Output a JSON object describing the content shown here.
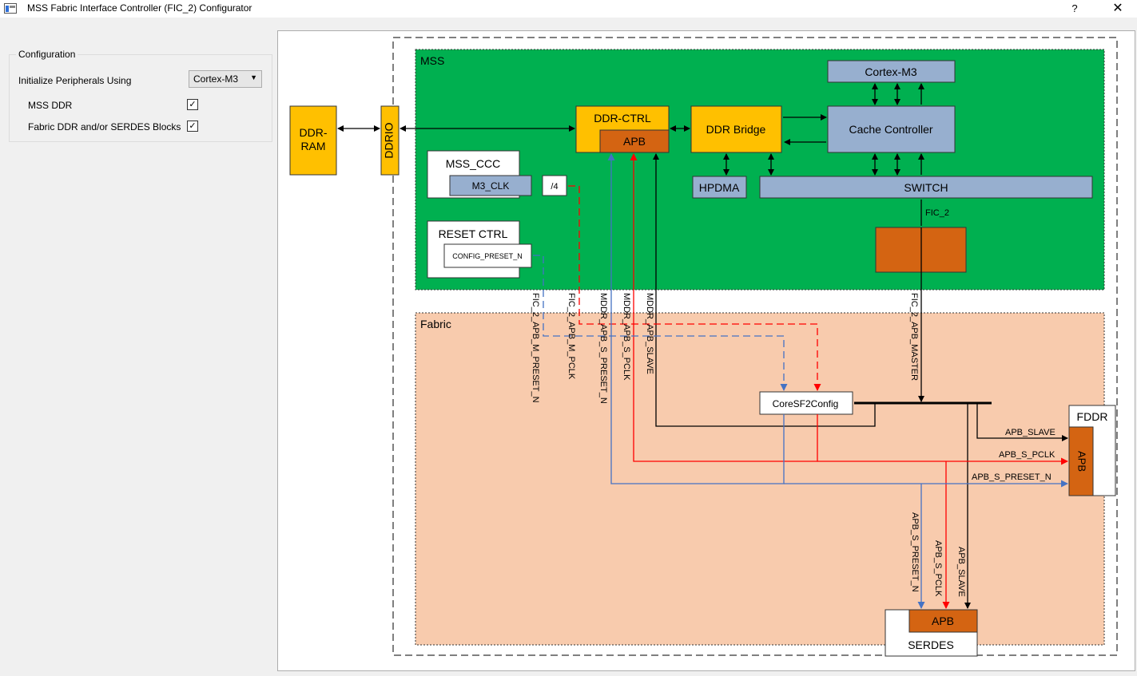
{
  "window": {
    "title": "MSS Fabric Interface Controller (FIC_2) Configurator",
    "help_label": "?",
    "close_label": "✕"
  },
  "configuration": {
    "group_label": "Configuration",
    "init_label": "Initialize Peripherals Using",
    "init_value": "Cortex-M3",
    "mss_ddr_label": "MSS DDR",
    "mss_ddr_checked": "☑",
    "fabric_ddr_label": "Fabric DDR and/or SERDES Blocks",
    "fabric_ddr_checked": "☑"
  },
  "diagram": {
    "mss_label": "MSS",
    "fabric_label": "Fabric",
    "ddr_ram_line1": "DDR-",
    "ddr_ram_line2": "RAM",
    "ddrio": "DDRIO",
    "ddr_ctrl": "DDR-CTRL",
    "apb": "APB",
    "ddr_bridge": "DDR Bridge",
    "cortex_m3": "Cortex-M3",
    "cache_controller": "Cache Controller",
    "hpdma": "HPDMA",
    "switch": "SWITCH",
    "mss_ccc": "MSS_CCC",
    "m3_clk": "M3_CLK",
    "div4": "/4",
    "reset_ctrl": "RESET CTRL",
    "config_preset_n": "CONFIG_PRESET_N",
    "fic_2": "FIC_2",
    "coresf2config": "CoreSF2Config",
    "fddr": "FDDR",
    "serdes": "SERDES",
    "sig_fic_2_apb_m_preset_n": "FIC_2_APB_M_PRESET_N",
    "sig_fic_2_apb_m_pclk": "FIC_2_APB_M_PCLK",
    "sig_mddr_apb_s_preset_n": "MDDR_APB_S_PRESET_N",
    "sig_mddr_apb_s_pclk": "MDDR_APB_S_PCLK",
    "sig_mddr_apb_slave": "MDDR_APB_SLAVE",
    "sig_fic_2_apb_master": "FIC_2_APB_MASTER",
    "sig_apb_slave": "APB_SLAVE",
    "sig_apb_s_pclk": "APB_S_PCLK",
    "sig_apb_s_preset_n": "APB_S_PRESET_N",
    "colors": {
      "mss_green": "#00b050",
      "fabric_peach": "#f8cbad",
      "yellow_block": "#ffc000",
      "orange_block": "#d46412",
      "blue_block": "#97afcf",
      "red_signal": "#ff0000",
      "blue_signal": "#4472c4"
    }
  }
}
